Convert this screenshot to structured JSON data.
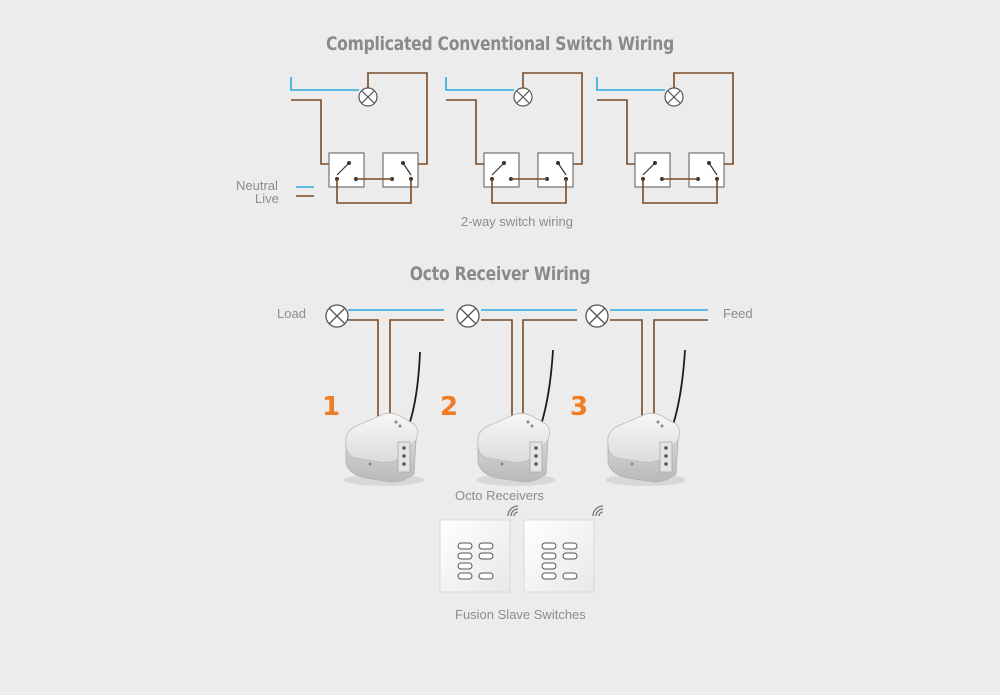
{
  "titles": {
    "conventional": "Complicated Conventional Switch Wiring",
    "octo": "Octo Receiver Wiring"
  },
  "legend": {
    "neutral": "Neutral",
    "live": "Live"
  },
  "captions": {
    "two_way": "2-way switch wiring",
    "octo_receivers": "Octo Receivers",
    "slave_switches": "Fusion Slave Switches"
  },
  "octo_labels": {
    "load": "Load",
    "feed": "Feed"
  },
  "receiver_numbers": [
    "1",
    "2",
    "3"
  ],
  "colors": {
    "neutral": "#2aa9e0",
    "live": "#7a4a24",
    "accent": "#f07d24",
    "text": "#8c8c8c"
  }
}
